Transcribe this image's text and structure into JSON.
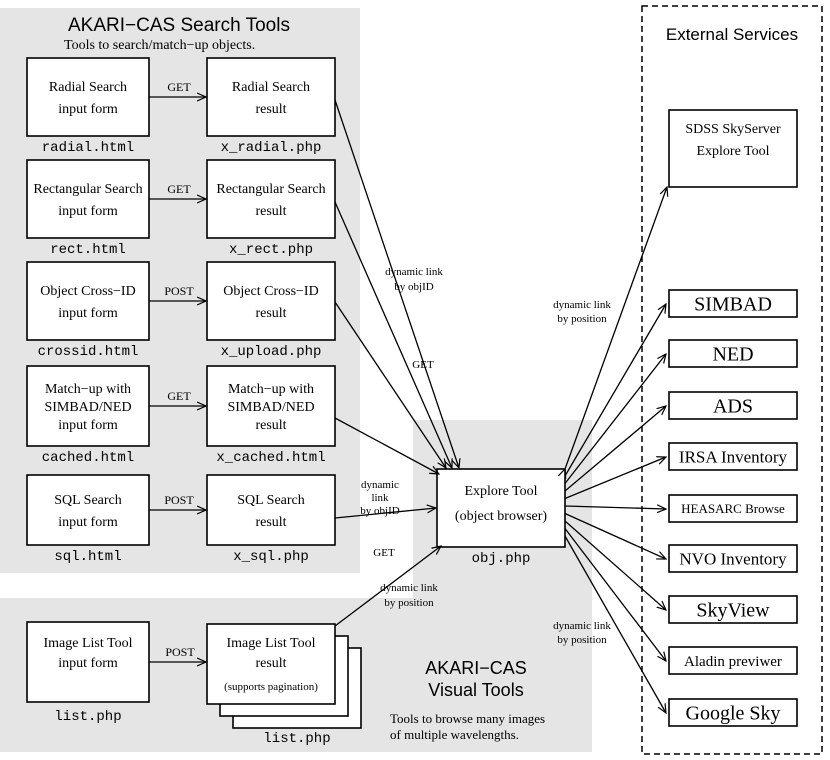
{
  "search_tools": {
    "title": "AKARI−CAS Search Tools",
    "subtitle": "Tools to search/match−up objects.",
    "rows": [
      {
        "form": [
          "Radial Search",
          "input form"
        ],
        "form_file": "radial.html",
        "method": "GET",
        "result": [
          "Radial Search",
          "result"
        ],
        "result_file": "x_radial.php"
      },
      {
        "form": [
          "Rectangular Search",
          "input form"
        ],
        "form_file": "rect.html",
        "method": "GET",
        "result": [
          "Rectangular Search",
          "result"
        ],
        "result_file": "x_rect.php"
      },
      {
        "form": [
          "Object Cross−ID",
          "input form"
        ],
        "form_file": "crossid.html",
        "method": "POST",
        "result": [
          "Object Cross−ID",
          "result"
        ],
        "result_file": "x_upload.php"
      },
      {
        "form": [
          "Match−up with",
          "SIMBAD/NED",
          "input form"
        ],
        "form_file": "cached.html",
        "method": "GET",
        "result": [
          "Match−up with",
          "SIMBAD/NED",
          "result"
        ],
        "result_file": "x_cached.html"
      },
      {
        "form": [
          "SQL Search",
          "input form"
        ],
        "form_file": "sql.html",
        "method": "POST",
        "result": [
          "SQL Search",
          "result"
        ],
        "result_file": "x_sql.php"
      }
    ]
  },
  "visual_tools": {
    "title_line1": "AKARI−CAS",
    "title_line2": "Visual Tools",
    "description_line1": "Tools to browse many images",
    "description_line2": "of multiple wavelengths.",
    "form": [
      "Image List Tool",
      "input form"
    ],
    "form_file": "list.php",
    "method": "POST",
    "result": [
      "Image List Tool",
      "result"
    ],
    "result_note": "(supports pagination)",
    "result_file": "list.php"
  },
  "explore": {
    "label_line1": "Explore Tool",
    "label_line2": "(object browser)",
    "file": "obj.php"
  },
  "edge_labels": {
    "objid_upper": [
      "dynamic link",
      "by objID"
    ],
    "get_upper": "GET",
    "objid_lower": [
      "dynamic",
      "link",
      "by objID"
    ],
    "get_lower": "GET",
    "position_lower": [
      "dynamic link",
      "by position"
    ],
    "position_upper_right": [
      "dynamic link",
      "by position"
    ],
    "position_lower_right": [
      "dynamic link",
      "by position"
    ]
  },
  "external": {
    "title": "External Services",
    "sdss": [
      "SDSS SkyServer",
      "Explore Tool"
    ],
    "services": [
      "SIMBAD",
      "NED",
      "ADS",
      "IRSA Inventory",
      "HEASARC Browse",
      "NVO Inventory",
      "SkyView",
      "Aladin previwer",
      "Google Sky"
    ]
  }
}
